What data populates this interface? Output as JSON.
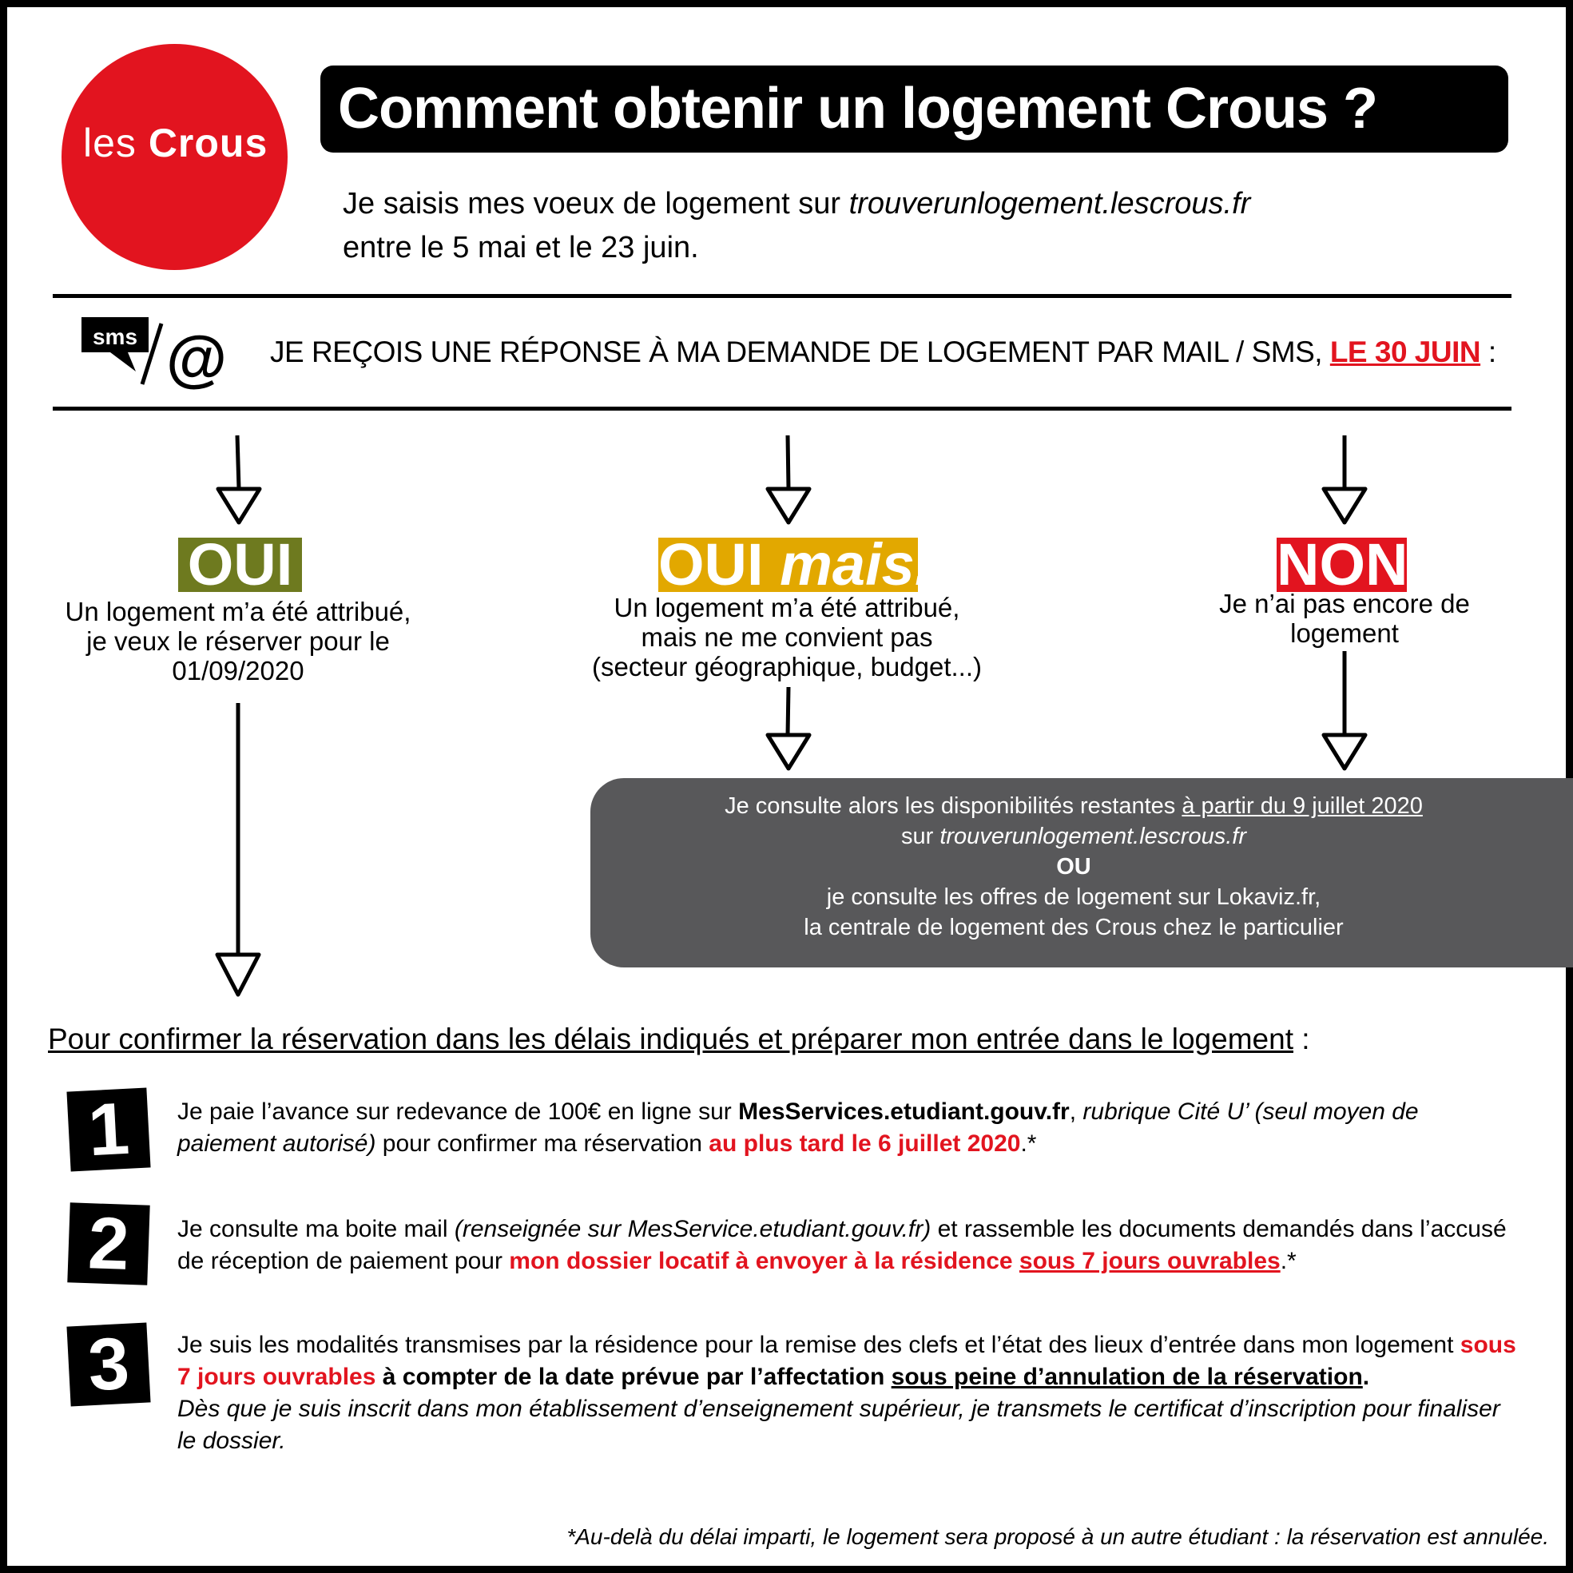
{
  "logo": {
    "text_light": "les",
    "text_bold": "Crous"
  },
  "header": {
    "title": "Comment obtenir un logement Crous ?"
  },
  "intro": {
    "line1_prefix": "Je saisis mes voeux de logement sur ",
    "line1_site": "trouverunlogement.lescrous.fr",
    "line2": "entre le 5 mai et le 23 juin."
  },
  "notification": {
    "icon_label": "sms",
    "icon_symbol": "/@",
    "text": "JE REÇOIS UNE RÉPONSE À MA DEMANDE DE LOGEMENT PAR MAIL / SMS, ",
    "date": "LE 30 JUIN",
    "suffix": " :"
  },
  "columns": [
    {
      "badge": "OUI",
      "text": [
        "Un logement m’a été attribué,",
        "je veux le réserver pour le",
        "01/09/2020"
      ],
      "color": "#6e7a1f"
    },
    {
      "badge_main": "OUI ",
      "badge_italic": "mais...",
      "text": [
        "Un logement m’a été attribué,",
        "mais ne me convient pas",
        "(secteur géographique, budget...)"
      ],
      "color": "#e2a800"
    },
    {
      "badge": "NON",
      "text": [
        "Je n’ai pas encore de",
        "logement"
      ],
      "color": "#e2141f"
    }
  ],
  "grey_box": {
    "line1_prefix": "Je consulte alors les disponibilités restantes ",
    "line1_underlined": "à partir du 9 juillet 2020",
    "line2_prefix": "sur ",
    "line2_site": "trouverunlogement.lescrous.fr",
    "or": "OU",
    "line3": "je consulte les offres de logement sur Lokaviz.fr,",
    "line4": "la centrale de logement des Crous chez le particulier"
  },
  "confirm": {
    "text": "Pour confirmer la réservation dans les délais indiqués et préparer mon entrée dans le logement",
    "suffix": " :"
  },
  "steps": [
    {
      "number": "1",
      "a": "Je paie l’avance sur redevance de 100€ en ligne sur ",
      "b_bold": "MesServices.etudiant.gouv.fr",
      "c": ", ",
      "d_italic": "rubrique Cité U’ (seul moyen de paiement autorisé)",
      "e": " pour confirmer ma réservation ",
      "f_red": "au plus tard le 6 juillet 2020",
      "g": ".*"
    },
    {
      "number": "2",
      "a": "Je consulte ma boite mail ",
      "b_italic": "(renseignée sur MesService.etudiant.gouv.fr)",
      "c": " et rassemble les documents demandés dans l’accusé de réception de paiement pour ",
      "d_red": "mon dossier locatif à envoyer à la résidence ",
      "e_red_u": "sous 7 jours ouvrables",
      "f": ".*"
    },
    {
      "number": "3",
      "a": "Je suis les modalités transmises par la résidence pour la remise des clefs et l’état des lieux d’entrée dans mon logement ",
      "b_red": "sous 7 jours ouvrables",
      "c_bold": " à compter de la date prévue par l’affectation ",
      "d_bold_u": "sous peine d’annulation de la réservation",
      "e_bold": ".",
      "f_italic": "Dès que je suis inscrit dans mon établissement d’enseignement supérieur, je transmets le certificat d’inscription pour finaliser le dossier."
    }
  ],
  "footnote": "*Au-delà du délai imparti, le logement sera proposé à un autre étudiant : la réservation est annulée."
}
